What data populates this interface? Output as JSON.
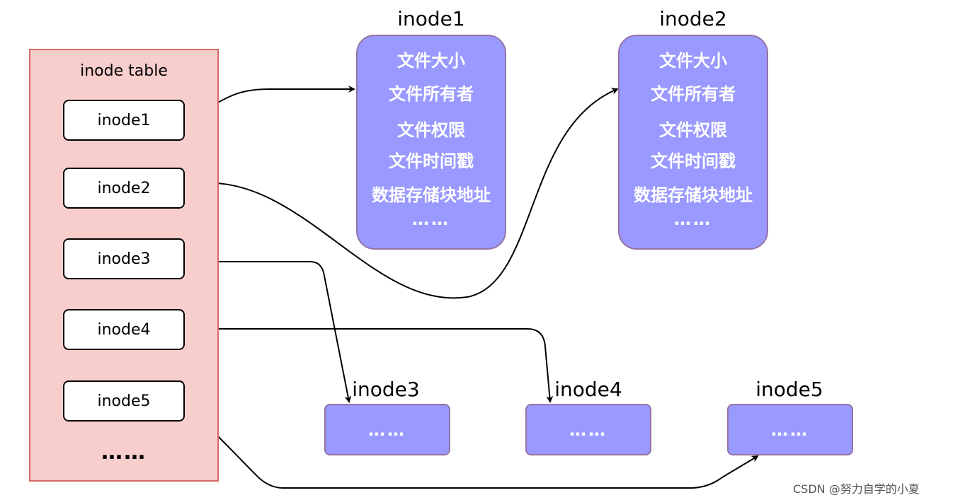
{
  "inode_table": {
    "title": "inode table",
    "entries": [
      "inode1",
      "inode2",
      "inode3",
      "inode4",
      "inode5"
    ],
    "more": "……"
  },
  "inodes": [
    {
      "title": "inode1",
      "fields": [
        "文件大小",
        "文件所有者",
        "文件权限",
        "文件时间戳",
        "数据存储块地址"
      ],
      "more": "……"
    },
    {
      "title": "inode2",
      "fields": [
        "文件大小",
        "文件所有者",
        "文件权限",
        "文件时间戳",
        "数据存储块地址"
      ],
      "more": "……"
    },
    {
      "title": "inode3",
      "more": "……"
    },
    {
      "title": "inode4",
      "more": "……"
    },
    {
      "title": "inode5",
      "more": "……"
    }
  ],
  "watermark": "CSDN @努力自学的小夏",
  "colors": {
    "table_fill": "#f8cecc",
    "table_border": "#d36a66",
    "node_fill": "#9999ff",
    "node_border": "#9673a6",
    "arrow": "#000000"
  }
}
